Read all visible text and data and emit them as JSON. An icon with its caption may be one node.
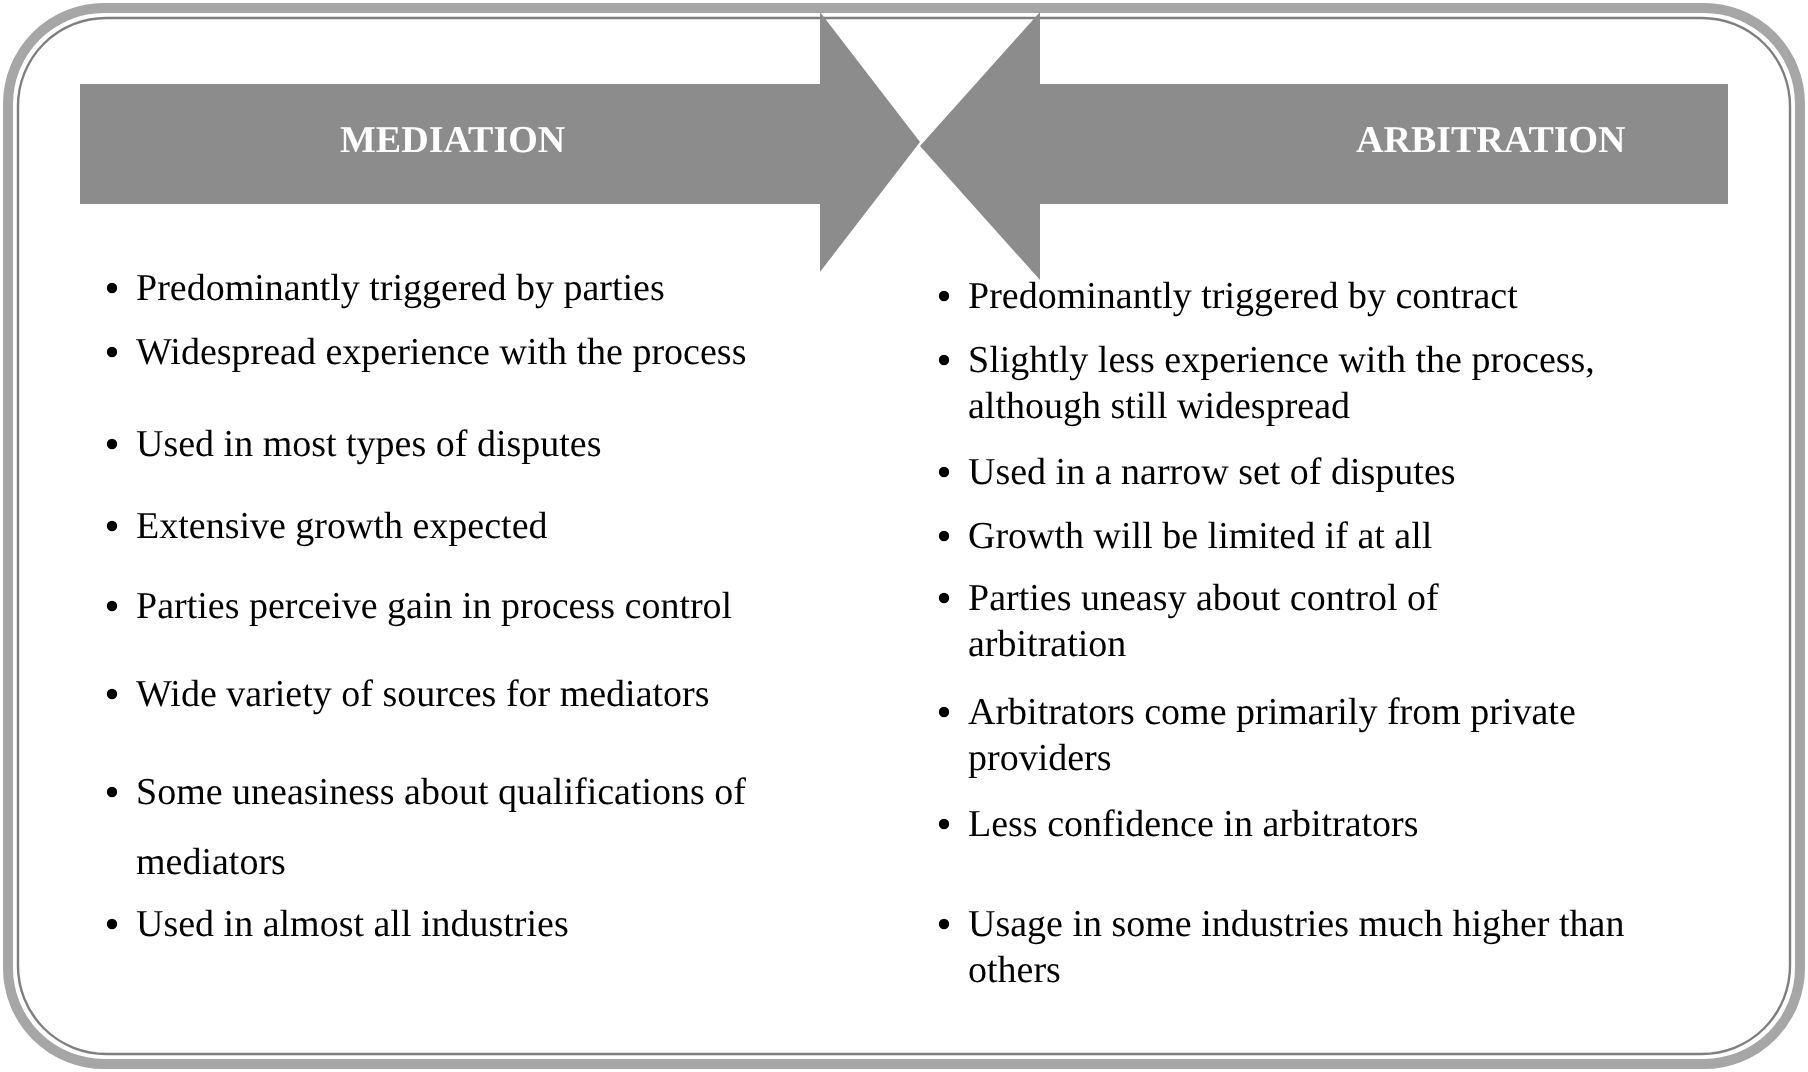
{
  "diagram": {
    "nodes": [
      {
        "text": [
          "MEDIATION"
        ]
      },
      {
        "text": [
          "ARBITRATION"
        ]
      }
    ],
    "labels": [
      "Predominantly triggered by parties",
      "Widespread experience with the process",
      "Used in most types of disputes",
      "Extensive growth expected",
      "Parties perceive gain in process control",
      "Wide variety of sources for mediators",
      "Some uneasiness about qualifications of mediators",
      "Used in almost all industries",
      "Predominantly triggered by contract",
      "Slightly less experience with the process, although still widespread",
      "Used in a narrow set of disputes",
      "Growth will be limited if at all",
      "Parties uneasy about control of arbitration",
      "Arbitrators come primarily from private providers",
      "Less confidence in arbitrators",
      "Usage in some industries much higher than others"
    ]
  }
}
